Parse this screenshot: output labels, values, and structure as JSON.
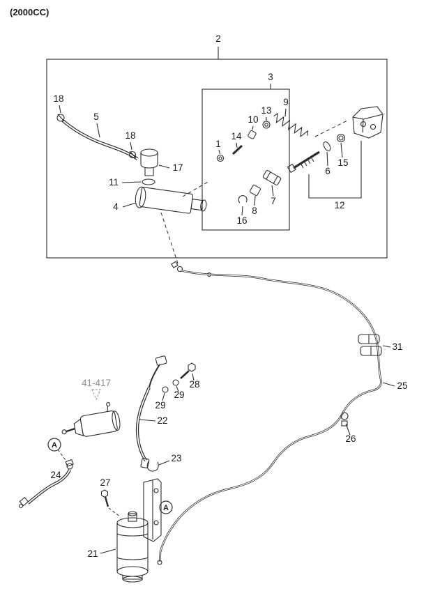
{
  "page": {
    "title": "(2000CC)"
  },
  "labels": {
    "p1": "1",
    "p2": "2",
    "p3": "3",
    "p4": "4",
    "p5": "5",
    "p6": "6",
    "p7": "7",
    "p8": "8",
    "p9": "9",
    "p10": "10",
    "p11": "11",
    "p12": "12",
    "p13": "13",
    "p14": "14",
    "p15": "15",
    "p16": "16",
    "p17": "17",
    "p18": "18",
    "p21": "21",
    "p22": "22",
    "p23": "23",
    "p24": "24",
    "p25": "25",
    "p26": "26",
    "p27": "27",
    "p28": "28",
    "p29": "29",
    "p31": "31"
  },
  "references": {
    "section_ref": "41-417",
    "view_marker": "A"
  },
  "colors": {
    "line": "#2b2b2b",
    "reference_gray": "#8f8f8f",
    "background": "#ffffff"
  }
}
